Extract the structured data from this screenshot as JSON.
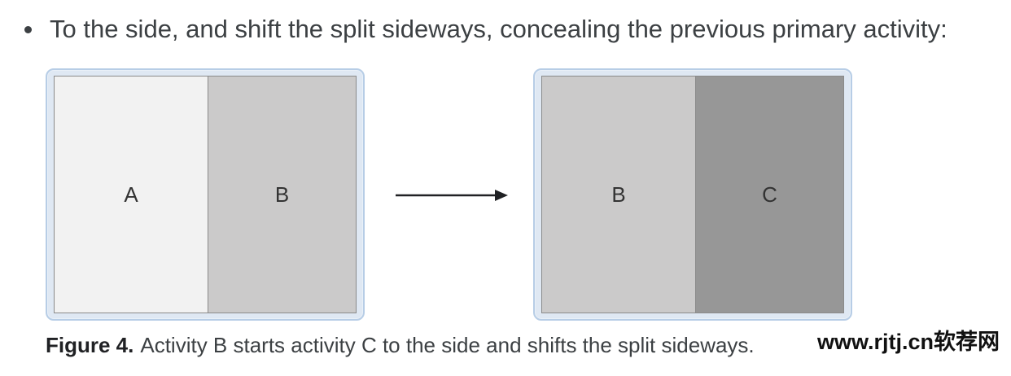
{
  "bullet": {
    "text": "To the side, and shift the split sideways, concealing the previous primary activity:"
  },
  "diagram": {
    "before": {
      "panes": [
        {
          "label": "A",
          "color": "#f2f2f2"
        },
        {
          "label": "B",
          "color": "#cbcaca"
        }
      ]
    },
    "after": {
      "panes": [
        {
          "label": "B",
          "color": "#cbcaca"
        },
        {
          "label": "C",
          "color": "#979797"
        }
      ]
    },
    "arrow_color": "#202124",
    "device_border_color": "#b7cde6"
  },
  "caption": {
    "label": "Figure 4.",
    "text": "Activity B starts activity C to the side and shifts the split sideways."
  },
  "watermark": {
    "text": "www.rjtj.cn软荐网"
  }
}
